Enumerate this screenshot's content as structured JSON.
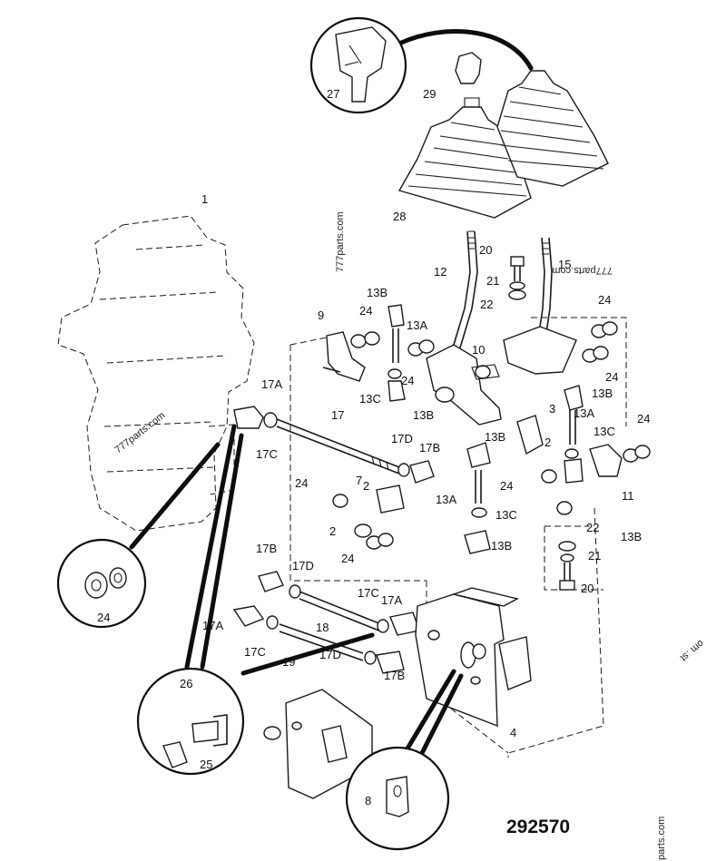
{
  "drawing_number": "292570",
  "watermarks": [
    "777parts.com",
    "777parts.com",
    "777parts.com",
    "parts.com",
    "om .st"
  ],
  "labels": [
    "1",
    "2",
    "2",
    "2",
    "3",
    "4",
    "7",
    "8",
    "9",
    "10",
    "11",
    "12",
    "13A",
    "13A",
    "13A",
    "13B",
    "13B",
    "13B",
    "13B",
    "13B",
    "13B",
    "13C",
    "13C",
    "13C",
    "15",
    "17",
    "17A",
    "17A",
    "17A",
    "17B",
    "17B",
    "17B",
    "17C",
    "17C",
    "17C",
    "17D",
    "17D",
    "17D",
    "18",
    "19",
    "20",
    "20",
    "21",
    "21",
    "22",
    "22",
    "24",
    "24",
    "24",
    "24",
    "24",
    "24",
    "24",
    "24",
    "24",
    "25",
    "26",
    "27",
    "28",
    "29"
  ]
}
